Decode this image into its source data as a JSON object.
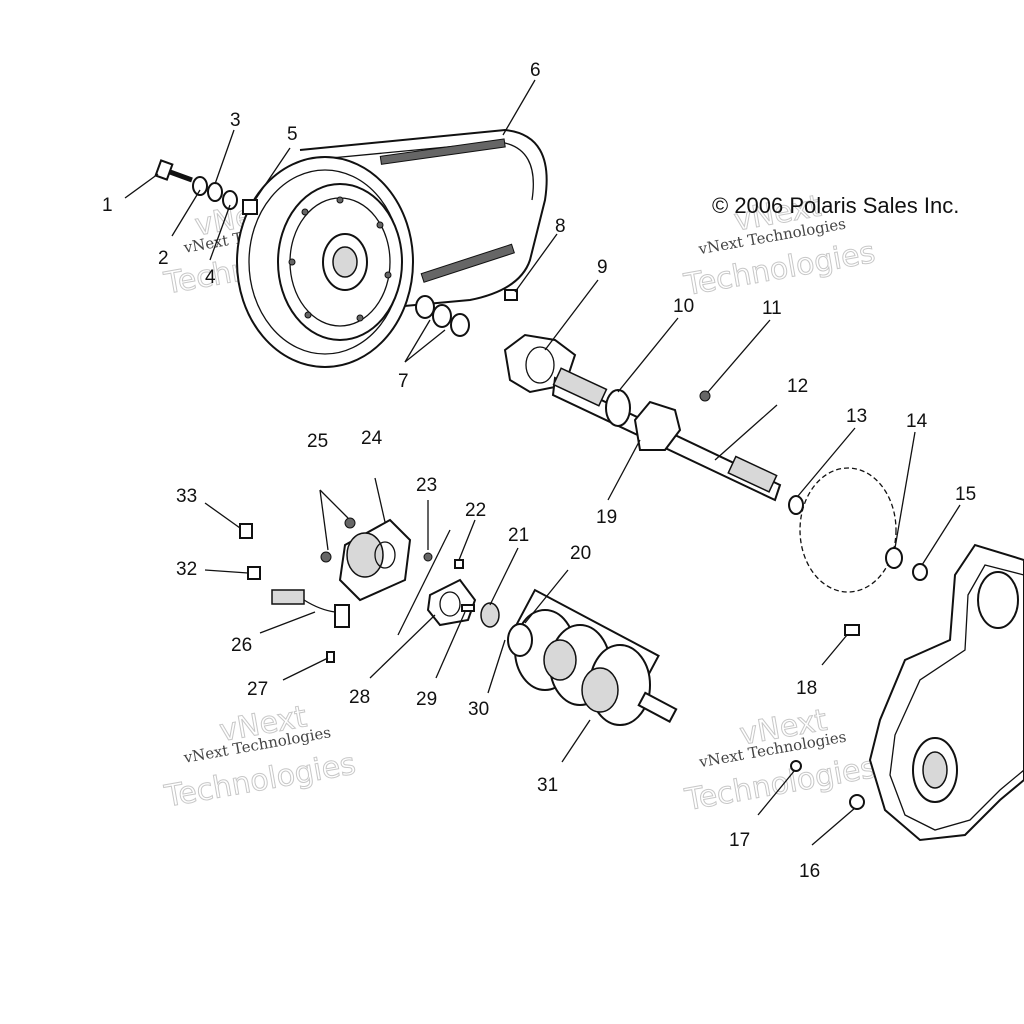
{
  "copyright": "© 2006 Polaris Sales Inc.",
  "watermark": {
    "line1": "vNext",
    "line2": "vNext Technologies",
    "line3": "Technologies"
  },
  "callouts": [
    {
      "id": "1",
      "label": "1"
    },
    {
      "id": "2",
      "label": "2"
    },
    {
      "id": "3",
      "label": "3"
    },
    {
      "id": "4",
      "label": "4"
    },
    {
      "id": "5",
      "label": "5"
    },
    {
      "id": "6",
      "label": "6"
    },
    {
      "id": "7",
      "label": "7"
    },
    {
      "id": "8",
      "label": "8"
    },
    {
      "id": "9",
      "label": "9"
    },
    {
      "id": "10",
      "label": "10"
    },
    {
      "id": "11",
      "label": "11"
    },
    {
      "id": "12",
      "label": "12"
    },
    {
      "id": "13",
      "label": "13"
    },
    {
      "id": "14",
      "label": "14"
    },
    {
      "id": "15",
      "label": "15"
    },
    {
      "id": "16",
      "label": "16"
    },
    {
      "id": "17",
      "label": "17"
    },
    {
      "id": "18",
      "label": "18"
    },
    {
      "id": "19",
      "label": "19"
    },
    {
      "id": "20",
      "label": "20"
    },
    {
      "id": "21",
      "label": "21"
    },
    {
      "id": "22",
      "label": "22"
    },
    {
      "id": "23",
      "label": "23"
    },
    {
      "id": "24",
      "label": "24"
    },
    {
      "id": "25",
      "label": "25"
    },
    {
      "id": "26",
      "label": "26"
    },
    {
      "id": "27",
      "label": "27"
    },
    {
      "id": "28",
      "label": "28"
    },
    {
      "id": "29",
      "label": "29"
    },
    {
      "id": "30",
      "label": "30"
    },
    {
      "id": "31",
      "label": "31"
    },
    {
      "id": "32",
      "label": "32"
    },
    {
      "id": "33",
      "label": "33"
    }
  ]
}
